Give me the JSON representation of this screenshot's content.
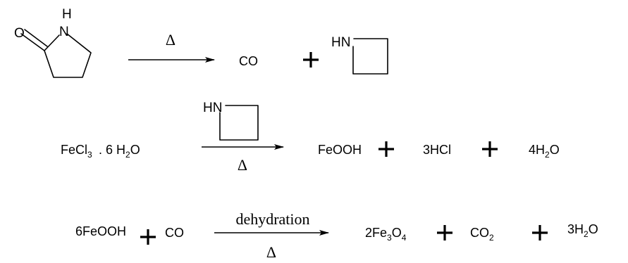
{
  "reaction1": {
    "pyrrolidone": {
      "O": "O",
      "NH_H": "H",
      "NH_N": "N"
    },
    "arrow_label": "Δ",
    "product1": "CO",
    "plus": "+",
    "azetidine": {
      "HN": "HN"
    }
  },
  "reaction2": {
    "reactant_pre": "FeCl",
    "reactant_sub": "3",
    "reactant_hydrate_pre": " . 6 H",
    "reactant_hydrate_sub": "2",
    "reactant_hydrate_post": "O",
    "reagent": {
      "HN": "HN"
    },
    "arrow_label_below": "Δ",
    "product1": "FeOOH",
    "product2": "3HCl",
    "product3_pre": "4H",
    "product3_sub": "2",
    "product3_post": "O",
    "plus": "+"
  },
  "reaction3": {
    "reactant1": "6FeOOH",
    "reactant2": "CO",
    "arrow_label_above": "dehydration",
    "arrow_label_below": "Δ",
    "product1_pre": "2Fe",
    "product1_sub1": "3",
    "product1_mid": "O",
    "product1_sub2": "4",
    "product2_pre": "CO",
    "product2_sub": "2",
    "product3_pre": "3H",
    "product3_sub": "2",
    "product3_post": "O",
    "plus": "+"
  }
}
